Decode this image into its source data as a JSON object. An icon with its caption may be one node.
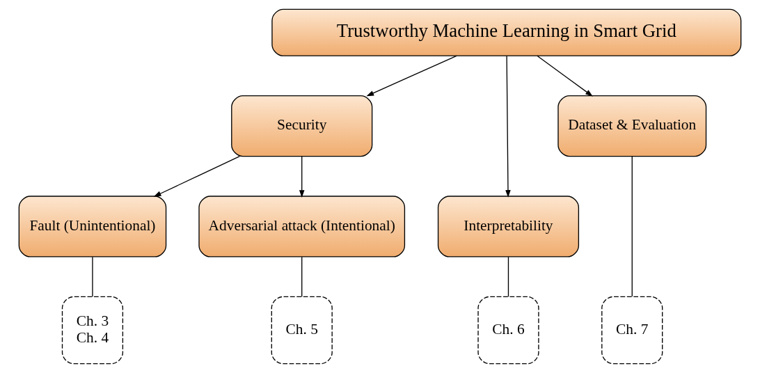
{
  "diagram": {
    "nodes": [
      {
        "text": [
          "Trustworthy Machine Learning in Smart Grid"
        ]
      },
      {
        "text": [
          "Security"
        ]
      },
      {
        "text": [
          "Interpretability"
        ]
      },
      {
        "text": [
          "Dataset & Evaluation"
        ]
      },
      {
        "text": [
          "Fault (Unintentional)"
        ]
      },
      {
        "text": [
          "Adversarial attack (Intentional)"
        ]
      },
      {
        "text": [
          "Ch. 3",
          "Ch. 4"
        ]
      },
      {
        "text": [
          "Ch. 5"
        ]
      },
      {
        "text": [
          "Ch. 6"
        ]
      },
      {
        "text": [
          "Ch. 7"
        ]
      }
    ],
    "edges": [
      {
        "from": 0,
        "to": 1,
        "arrow": "to"
      },
      {
        "from": 0,
        "to": 2,
        "arrow": "to"
      },
      {
        "from": 0,
        "to": 3,
        "arrow": "to"
      },
      {
        "from": 1,
        "to": 4,
        "arrow": "to"
      },
      {
        "from": 1,
        "to": 5,
        "arrow": "to"
      },
      {
        "from": 4,
        "to": 6,
        "arrow": "none"
      },
      {
        "from": 5,
        "to": 7,
        "arrow": "none"
      },
      {
        "from": 2,
        "to": 8,
        "arrow": "none"
      },
      {
        "from": 3,
        "to": 9,
        "arrow": "none"
      }
    ]
  }
}
